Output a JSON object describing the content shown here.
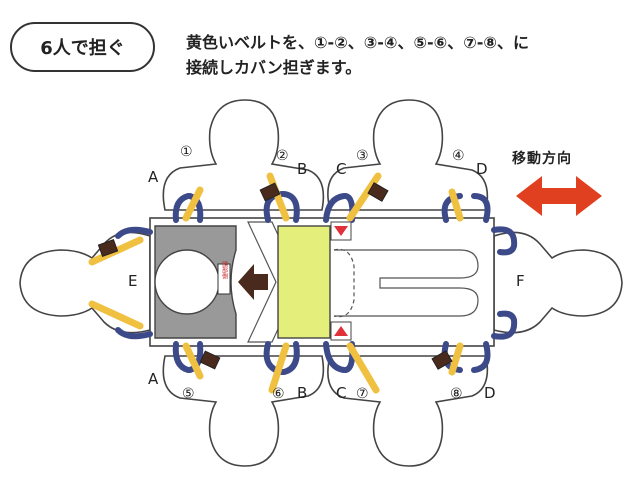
{
  "badge": {
    "label": "6人で担ぐ"
  },
  "instruction": {
    "line1": "黄色いベルトを、①-②、③-④、⑤-⑥、⑦-⑧、に",
    "line2": "接続しカバン担ぎます。"
  },
  "direction": {
    "label": "移動方向"
  },
  "letters": {
    "a_top": "A",
    "b_top": "B",
    "c_top": "C",
    "d_top": "D",
    "e": "E",
    "f": "F",
    "a_bottom": "A",
    "b_bottom": "B",
    "c_bottom": "C",
    "d_bottom": "D"
  },
  "numbers": {
    "n1": "①",
    "n2": "②",
    "n3": "③",
    "n4": "④",
    "n5": "⑤",
    "n6": "⑥",
    "n7": "⑦",
    "n8": "⑧"
  },
  "tag": {
    "text": "頭部側"
  },
  "colors": {
    "belt": "#f0c040",
    "strap": "#3d4a8a",
    "head_block": "#999999",
    "pad": "#e3ef7a",
    "arrow_red": "#e04020",
    "arrow_dark": "#4a2a1c",
    "triangle_red": "#e0303a"
  }
}
